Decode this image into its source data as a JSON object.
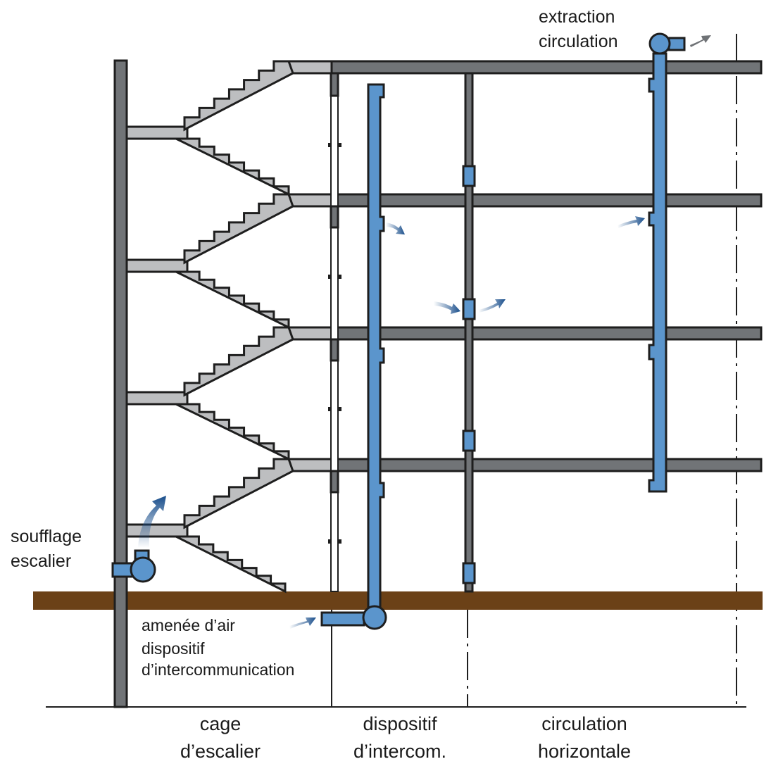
{
  "diagram": {
    "title": "Désenfumage — coupe de bâtiment",
    "labels": {
      "extraction": [
        "extraction",
        "circulation"
      ],
      "soufflage": [
        "soufflage",
        "escalier"
      ],
      "amenee": [
        "amenée d’air",
        "dispositif",
        "d’intercommunication"
      ]
    },
    "zones": [
      {
        "id": "cage",
        "lines": [
          "cage",
          "d’escalier"
        ]
      },
      {
        "id": "intercom",
        "lines": [
          "dispositif",
          "d’intercom."
        ]
      },
      {
        "id": "circulation",
        "lines": [
          "circulation",
          "horizontale"
        ]
      }
    ],
    "colors": {
      "structure": "#717477",
      "stairs": "#bdbec0",
      "duct": "#5b95cc",
      "ground": "#6b4117",
      "airflow": "#1a4f8c",
      "exhaust": "#6f7276"
    },
    "floors": 5,
    "legend_icons": [
      "fan-icon",
      "airflow-arrow-icon",
      "exhaust-arrow-icon"
    ]
  }
}
